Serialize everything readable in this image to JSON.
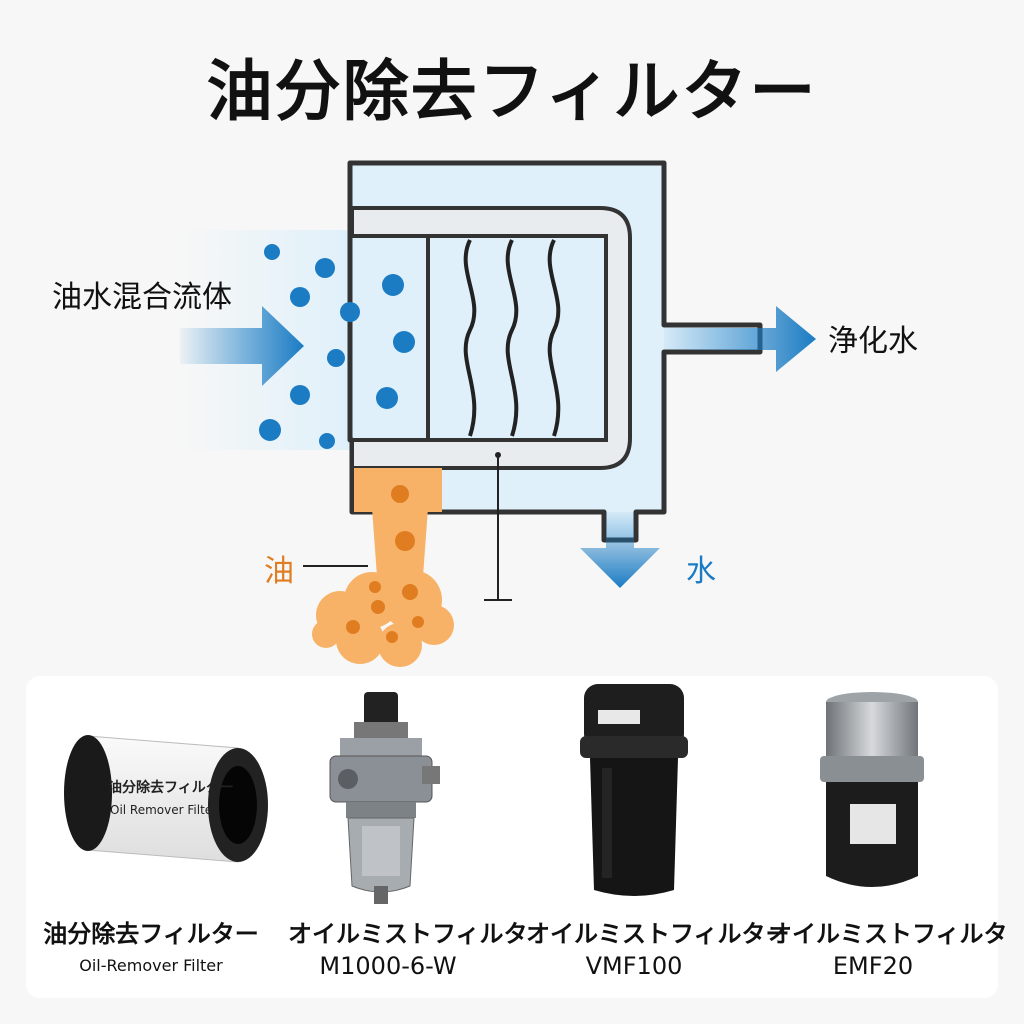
{
  "title": "油分除去フィルター",
  "diagram": {
    "input_label": "油水混合流体",
    "output_label": "浄化水",
    "oil_label": "油",
    "water_label": "水",
    "colors": {
      "water_blue": "#1b7cc4",
      "light_blue": "#dff0fa",
      "oil_orange": "#f7b267",
      "oil_dot": "#e07d21",
      "frame": "#333333"
    }
  },
  "products": [
    {
      "name": "油分除去フィルター",
      "code": "Oil-Remover Filter",
      "body_text": "油分除去フィルター",
      "body_text_en": "Oil Remover Filter"
    },
    {
      "name": "オイルミストフィルタ",
      "code": "M1000-6-W"
    },
    {
      "name": "オイルミストフィルター",
      "code": "VMF100"
    },
    {
      "name": "オイルミストフィルタ",
      "code": "EMF20"
    }
  ]
}
